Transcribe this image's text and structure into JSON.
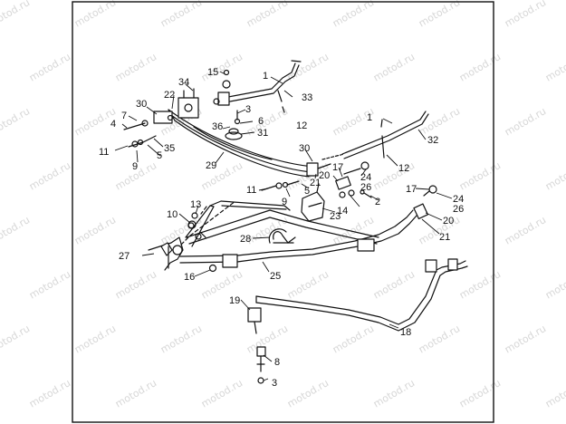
{
  "watermark": "motod.ru",
  "callouts": [
    {
      "id": "1a",
      "text": "1"
    },
    {
      "id": "1b",
      "text": "1"
    },
    {
      "id": "2",
      "text": "2"
    },
    {
      "id": "3a",
      "text": "3"
    },
    {
      "id": "3b",
      "text": "3"
    },
    {
      "id": "4",
      "text": "4"
    },
    {
      "id": "5a",
      "text": "5"
    },
    {
      "id": "5b",
      "text": "5"
    },
    {
      "id": "6",
      "text": "6"
    },
    {
      "id": "7",
      "text": "7"
    },
    {
      "id": "8",
      "text": "8"
    },
    {
      "id": "9a",
      "text": "9"
    },
    {
      "id": "9b",
      "text": "9"
    },
    {
      "id": "10",
      "text": "10"
    },
    {
      "id": "11a",
      "text": "11"
    },
    {
      "id": "11b",
      "text": "11"
    },
    {
      "id": "12a",
      "text": "12"
    },
    {
      "id": "12b",
      "text": "12"
    },
    {
      "id": "13",
      "text": "13"
    },
    {
      "id": "14",
      "text": "14"
    },
    {
      "id": "15",
      "text": "15"
    },
    {
      "id": "16",
      "text": "16"
    },
    {
      "id": "17a",
      "text": "17"
    },
    {
      "id": "17b",
      "text": "17"
    },
    {
      "id": "18",
      "text": "18"
    },
    {
      "id": "19",
      "text": "19"
    },
    {
      "id": "20a",
      "text": "20"
    },
    {
      "id": "20b",
      "text": "20"
    },
    {
      "id": "21a",
      "text": "21"
    },
    {
      "id": "21b",
      "text": "21"
    },
    {
      "id": "22",
      "text": "22"
    },
    {
      "id": "23",
      "text": "23"
    },
    {
      "id": "24a",
      "text": "24"
    },
    {
      "id": "24b",
      "text": "24"
    },
    {
      "id": "25",
      "text": "25"
    },
    {
      "id": "26a",
      "text": "26"
    },
    {
      "id": "26b",
      "text": "26"
    },
    {
      "id": "27",
      "text": "27"
    },
    {
      "id": "28",
      "text": "28"
    },
    {
      "id": "29",
      "text": "29"
    },
    {
      "id": "30a",
      "text": "30"
    },
    {
      "id": "30b",
      "text": "30"
    },
    {
      "id": "31",
      "text": "31"
    },
    {
      "id": "32",
      "text": "32"
    },
    {
      "id": "33",
      "text": "33"
    },
    {
      "id": "34",
      "text": "34"
    },
    {
      "id": "35",
      "text": "35"
    },
    {
      "id": "36",
      "text": "36"
    }
  ]
}
